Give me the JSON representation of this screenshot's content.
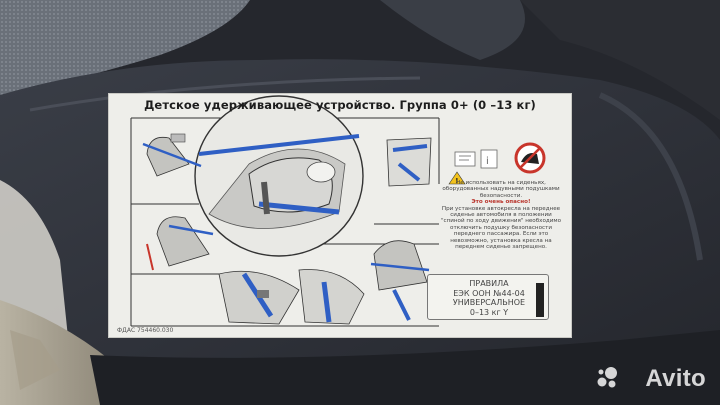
{
  "label": {
    "title": "Детское удерживающее устройство. Группа 0+ (0 –13 кг)",
    "warning_line1": "Не использовать на сиденьях, оборудованных надувными подушками безопасности.",
    "warning_emph": "Это очень опасно!",
    "warning_line2": "При установке автокресла на переднее сиденье автомобиля в положении \"спиной по ходу движения\" необходимо отключить подушку безопасности переднего пассажира. Если это невозможно, установка кресла на переднем сиденье запрещено.",
    "rules_text": "ПРАВИЛА\nЕЭК ООН №44-04\nУНИВЕРСАЛЬНОЕ\n0–13 кг Y",
    "part_number": "ФДАС 754460.030"
  },
  "watermark": {
    "text": "Avito"
  },
  "colors": {
    "seat_shell": "#2e3139",
    "label_bg": "#eeeeea",
    "belt_blue": "#2f5fc4",
    "warning_red": "#c8352b"
  }
}
